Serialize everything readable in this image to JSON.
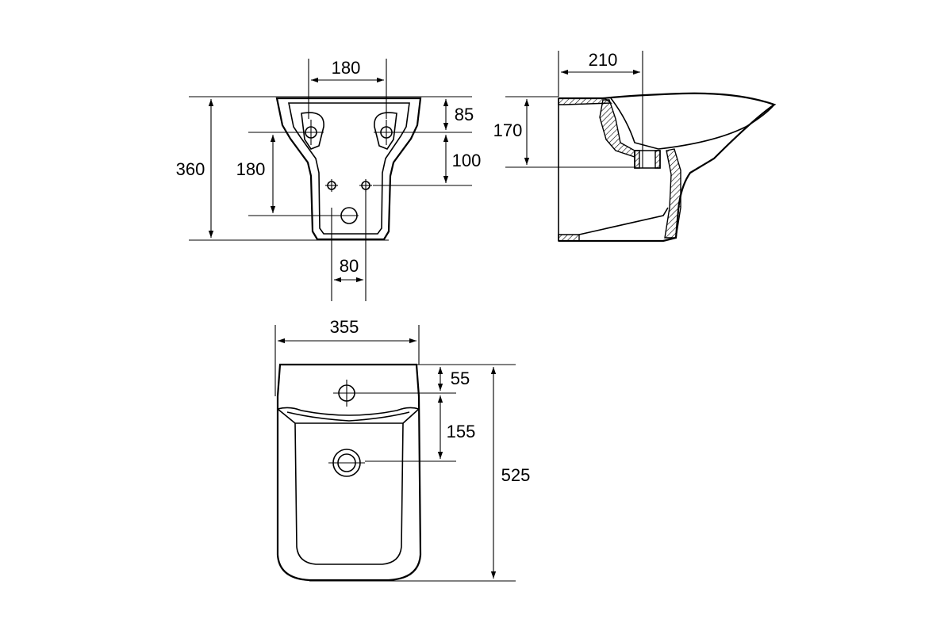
{
  "diagram": {
    "views": {
      "rear": {
        "dims": {
          "overall_height": "360",
          "bolt_spacing": "180",
          "top_to_bolts": "85",
          "bolts_to_holes": "100",
          "bolts_to_drain": "180",
          "drain_offset": "80"
        }
      },
      "side": {
        "dims": {
          "depth_to_tap": "210",
          "height_to_outlet": "170"
        }
      },
      "top": {
        "dims": {
          "width": "355",
          "tap_hole_offset": "55",
          "tap_to_drain": "155",
          "overall_depth": "525"
        }
      }
    }
  }
}
